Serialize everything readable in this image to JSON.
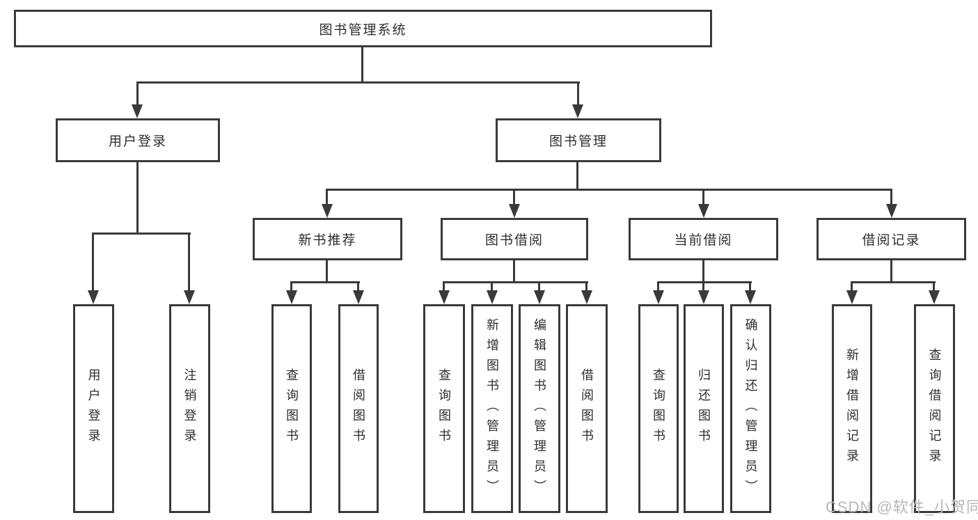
{
  "diagram_title": "图书管理系统",
  "watermark": "CSDN @软件_小贺同学",
  "colors": {
    "line": "#3a3a3a",
    "text": "#2e2e2e",
    "background": "#ffffff",
    "watermark": "#b7b7b7"
  },
  "nodes": {
    "root": "图书管理系统",
    "user_login": "用户登录",
    "book_mgmt": "图书管理",
    "new_book_rec": "新书推荐",
    "book_borrow": "图书借阅",
    "current_borrow": "当前借阅",
    "borrow_record": "借阅记录",
    "ul_login": "用户登录",
    "ul_logout": "注销登录",
    "nb_query": "查询图书",
    "nb_borrow": "借阅图书",
    "bb_query": "查询图书",
    "bb_add": "新增图书（管理员）",
    "bb_edit": "编辑图书（管理员）",
    "bb_borrow": "借阅图书",
    "cb_query": "查询图书",
    "cb_return": "归还图书",
    "cb_confirm": "确认归还（管理员）",
    "br_add": "新增借阅记录",
    "br_query": "查询借阅记录"
  },
  "hierarchy": [
    {
      "parent": "图书管理系统",
      "children": [
        "用户登录",
        "图书管理"
      ]
    },
    {
      "parent": "用户登录",
      "children": [
        "用户登录",
        "注销登录"
      ]
    },
    {
      "parent": "图书管理",
      "children": [
        "新书推荐",
        "图书借阅",
        "当前借阅",
        "借阅记录"
      ]
    },
    {
      "parent": "新书推荐",
      "children": [
        "查询图书",
        "借阅图书"
      ]
    },
    {
      "parent": "图书借阅",
      "children": [
        "查询图书",
        "新增图书（管理员）",
        "编辑图书（管理员）",
        "借阅图书"
      ]
    },
    {
      "parent": "当前借阅",
      "children": [
        "查询图书",
        "归还图书",
        "确认归还（管理员）"
      ]
    },
    {
      "parent": "借阅记录",
      "children": [
        "新增借阅记录",
        "查询借阅记录"
      ]
    }
  ]
}
